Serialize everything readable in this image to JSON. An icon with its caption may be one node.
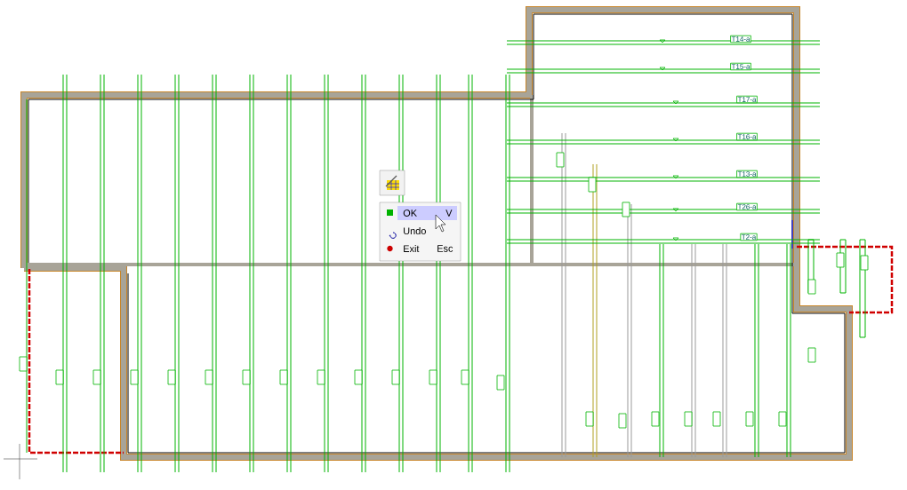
{
  "diagram": {
    "labels": [
      "T14-a",
      "T15-a",
      "T17-a",
      "T16-a",
      "T13-a",
      "T26-a",
      "T2-a",
      "OK",
      "V",
      "Undo",
      "Exit",
      "Esc"
    ]
  }
}
